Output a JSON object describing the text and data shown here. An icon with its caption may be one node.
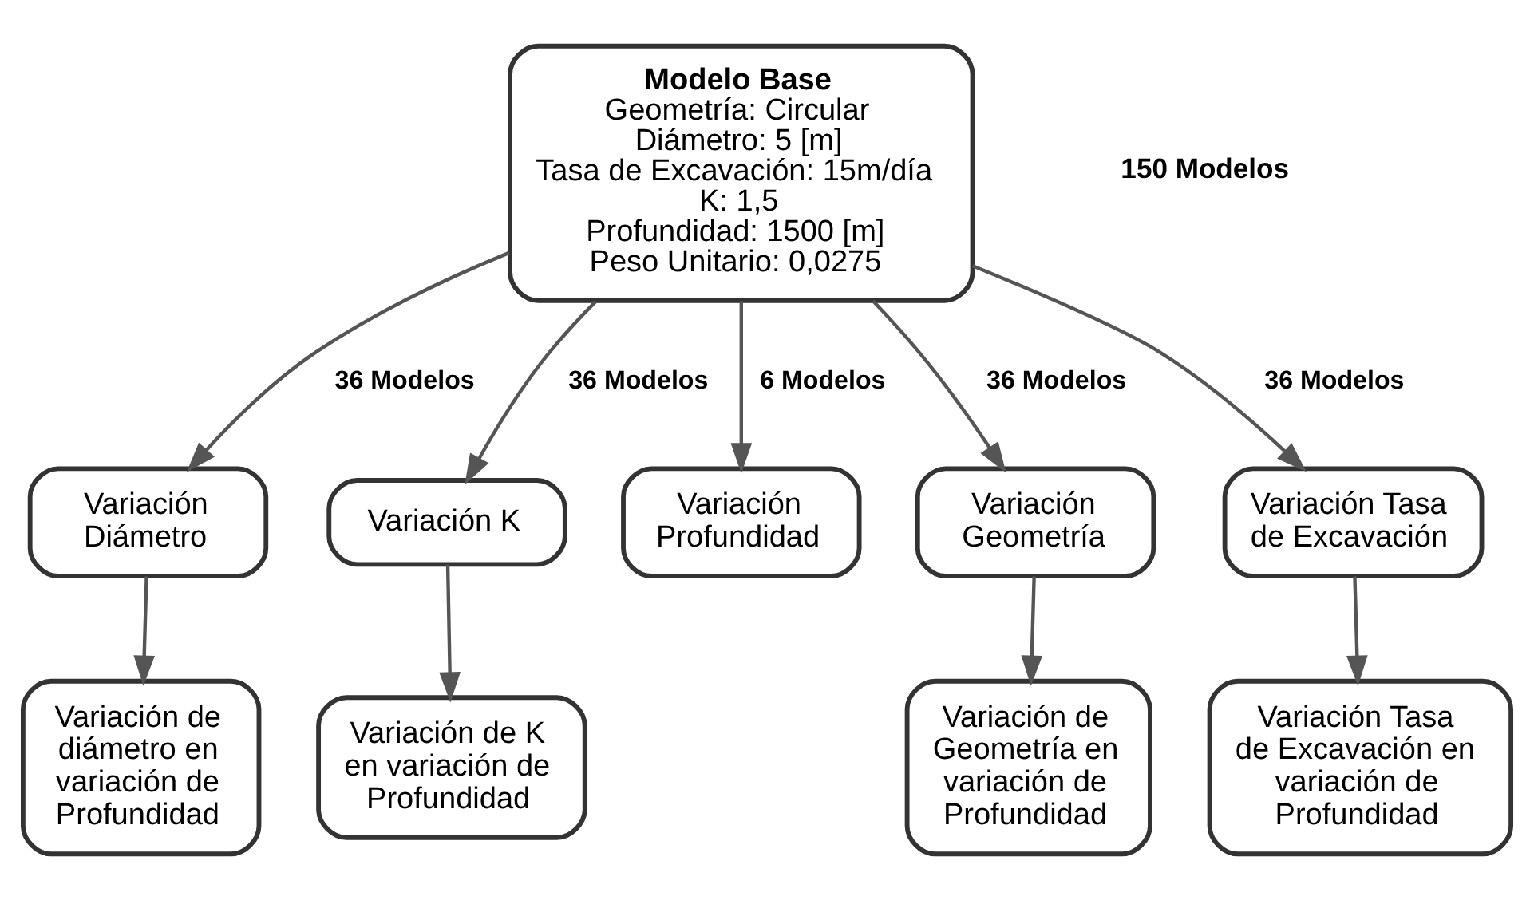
{
  "diagram": {
    "nodes": [
      {
        "text": [
          "Modelo Base",
          "Geometría: Circular",
          "Diámetro: 5 [m]",
          "Tasa de Excavación: 15m/día",
          "K: 1,5",
          "Profundidad: 1500 [m]",
          "Peso Unitario: 0,0275"
        ]
      },
      {
        "text": [
          "Variación Diámetro"
        ]
      },
      {
        "text": [
          "Variación K"
        ]
      },
      {
        "text": [
          "Variación Profundidad"
        ]
      },
      {
        "text": [
          "Variación Geometría"
        ]
      },
      {
        "text": [
          "Variación Tasa de Excavación"
        ]
      },
      {
        "text": [
          "Variación de diámetro en variación de Profundidad"
        ]
      },
      {
        "text": [
          "Variación de K en variación de Profundidad"
        ]
      },
      {
        "text": [
          "Variación de Geometría en variación de Profundidad"
        ]
      },
      {
        "text": [
          "Variación Tasa de Excavación en variación de Profundidad"
        ]
      }
    ],
    "edges": [
      {
        "from": 0,
        "to": 1,
        "arrow": "to",
        "label": "36 Modelos"
      },
      {
        "from": 0,
        "to": 2,
        "arrow": "to",
        "label": "36 Modelos"
      },
      {
        "from": 0,
        "to": 3,
        "arrow": "to",
        "label": "6 Modelos"
      },
      {
        "from": 0,
        "to": 4,
        "arrow": "to",
        "label": "36 Modelos"
      },
      {
        "from": 0,
        "to": 5,
        "arrow": "to",
        "label": "36 Modelos"
      },
      {
        "from": 1,
        "to": 6,
        "arrow": "to"
      },
      {
        "from": 2,
        "to": 7,
        "arrow": "to"
      },
      {
        "from": 4,
        "to": 8,
        "arrow": "to"
      },
      {
        "from": 5,
        "to": 9,
        "arrow": "to"
      }
    ],
    "labels": [
      "150 Modelos"
    ]
  }
}
